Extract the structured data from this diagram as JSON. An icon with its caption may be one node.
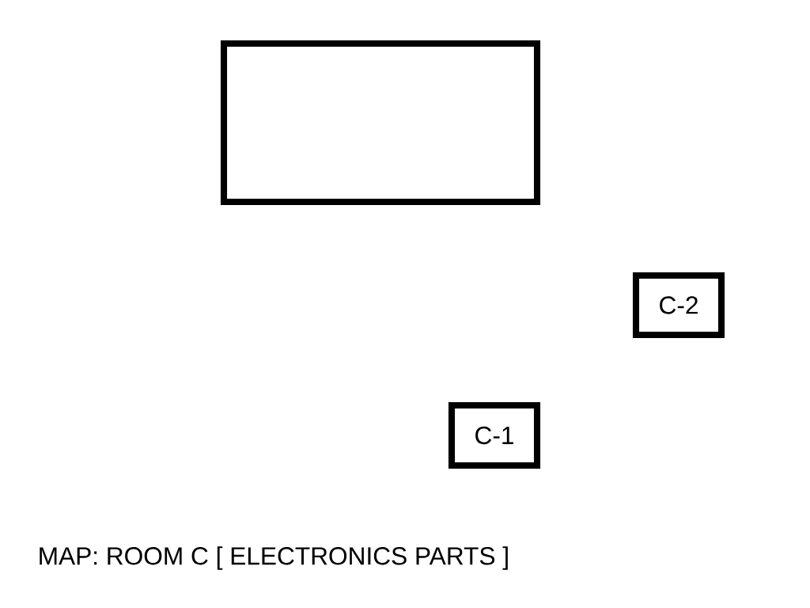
{
  "diagram": {
    "title": "MAP: ROOM C [ ELECTRONICS PARTS ]",
    "nodes": [
      {
        "text": [],
        "shape": "box"
      },
      {
        "text": [
          "C-2"
        ]
      },
      {
        "text": [
          "C-1"
        ]
      }
    ]
  }
}
